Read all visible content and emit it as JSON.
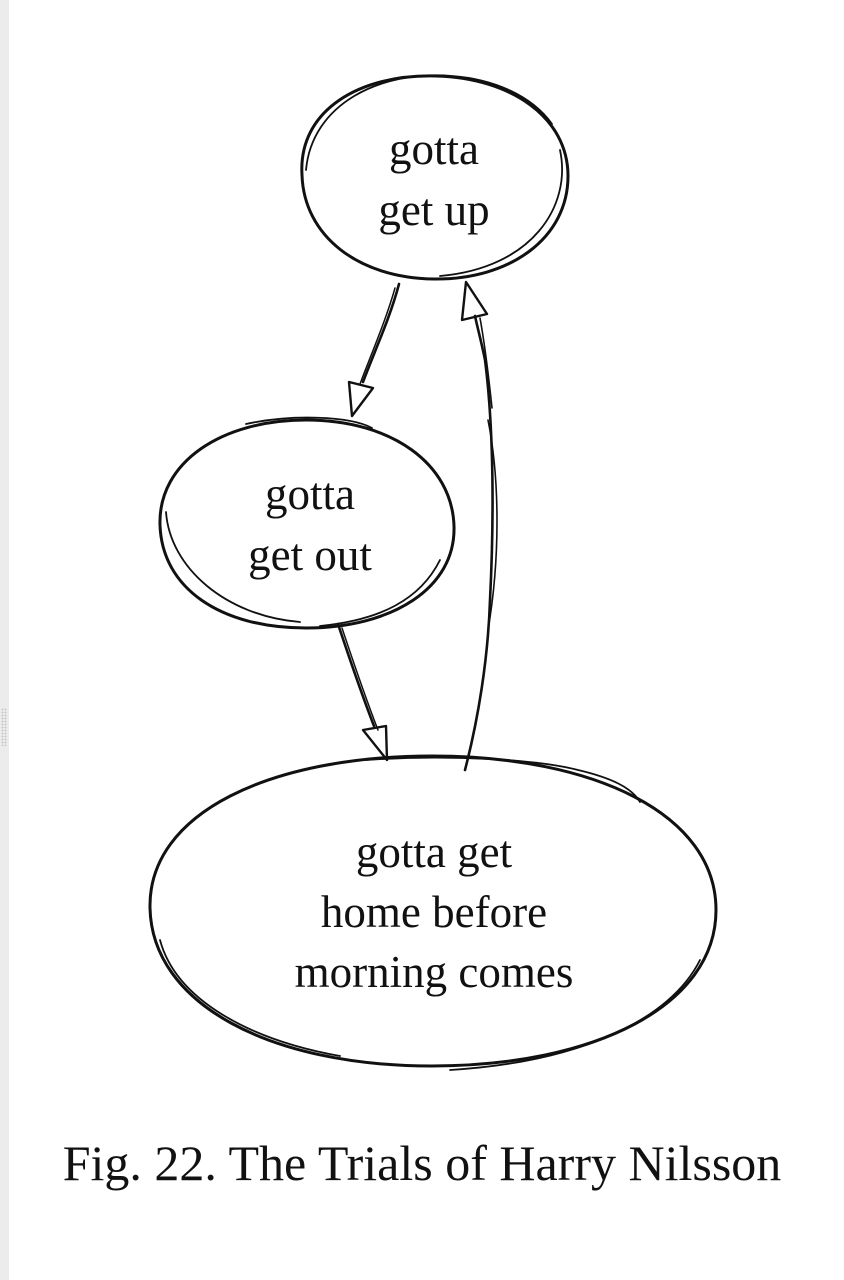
{
  "diagram": {
    "nodes": [
      {
        "id": "get-up",
        "lines": [
          "gotta",
          "get up"
        ]
      },
      {
        "id": "get-out",
        "lines": [
          "gotta",
          "get out"
        ]
      },
      {
        "id": "get-home",
        "lines": [
          "gotta get",
          "home before",
          "morning comes"
        ]
      }
    ],
    "edges": [
      {
        "from": "get-up",
        "to": "get-out"
      },
      {
        "from": "get-out",
        "to": "get-home"
      },
      {
        "from": "get-home",
        "to": "get-up"
      }
    ]
  },
  "caption": "Fig. 22. The Trials of Harry Nilsson"
}
